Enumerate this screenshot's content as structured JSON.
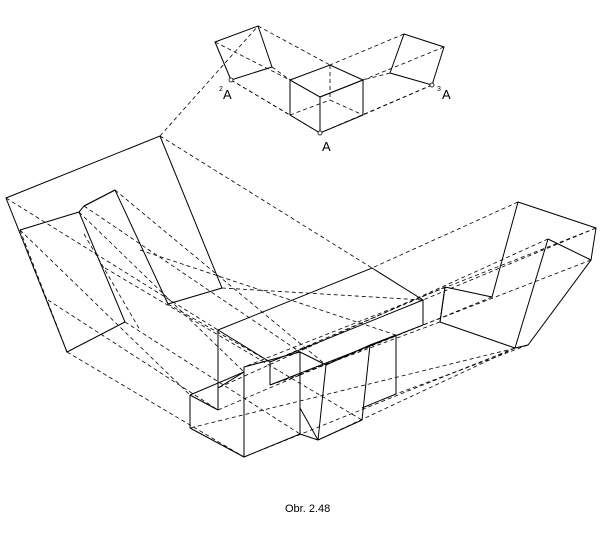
{
  "figure": {
    "caption": "Obr. 2.48",
    "labels": {
      "point_a": "A",
      "point_2a": "A",
      "point_2a_superscript": "2",
      "point_3a": "A",
      "point_3a_superscript": "3"
    }
  }
}
